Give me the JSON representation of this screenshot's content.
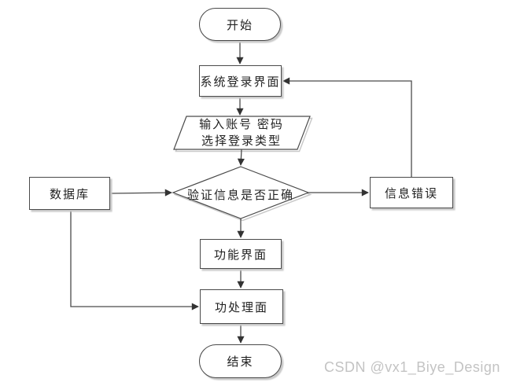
{
  "watermark": {
    "text": "CSDN @vx1_Biye_Design"
  },
  "flowchart": {
    "nodes": {
      "start": {
        "label": "开始",
        "shape": "terminator"
      },
      "login_screen": {
        "label": "系统登录界面",
        "shape": "process"
      },
      "input_credentials": {
        "label": "输入账号 密码\n选择登录类型",
        "shape": "input-output"
      },
      "verify_info": {
        "label": "验证信息是否正确",
        "shape": "decision"
      },
      "database": {
        "label": "数据库",
        "shape": "process"
      },
      "info_error": {
        "label": "信息错误",
        "shape": "process"
      },
      "function_screen": {
        "label": "功能界面",
        "shape": "process"
      },
      "processing_screen": {
        "label": "功处理面",
        "shape": "process"
      },
      "end": {
        "label": "结束",
        "shape": "terminator"
      }
    },
    "edges": [
      {
        "from": "start",
        "to": "login_screen"
      },
      {
        "from": "login_screen",
        "to": "input_credentials"
      },
      {
        "from": "input_credentials",
        "to": "verify_info"
      },
      {
        "from": "database",
        "to": "verify_info"
      },
      {
        "from": "verify_info",
        "to": "info_error"
      },
      {
        "from": "info_error",
        "to": "login_screen"
      },
      {
        "from": "verify_info",
        "to": "function_screen"
      },
      {
        "from": "function_screen",
        "to": "processing_screen"
      },
      {
        "from": "database",
        "to": "processing_screen"
      },
      {
        "from": "processing_screen",
        "to": "end"
      }
    ],
    "colors": {
      "line": "#4a4a4a",
      "arrowhead": "#333333",
      "node_border": "#4a4a4a",
      "node_fill": "#ffffff",
      "shadow": "#c9c9c9",
      "text": "#222222",
      "watermark": "#c3c3c3",
      "background": "#ffffff"
    }
  }
}
